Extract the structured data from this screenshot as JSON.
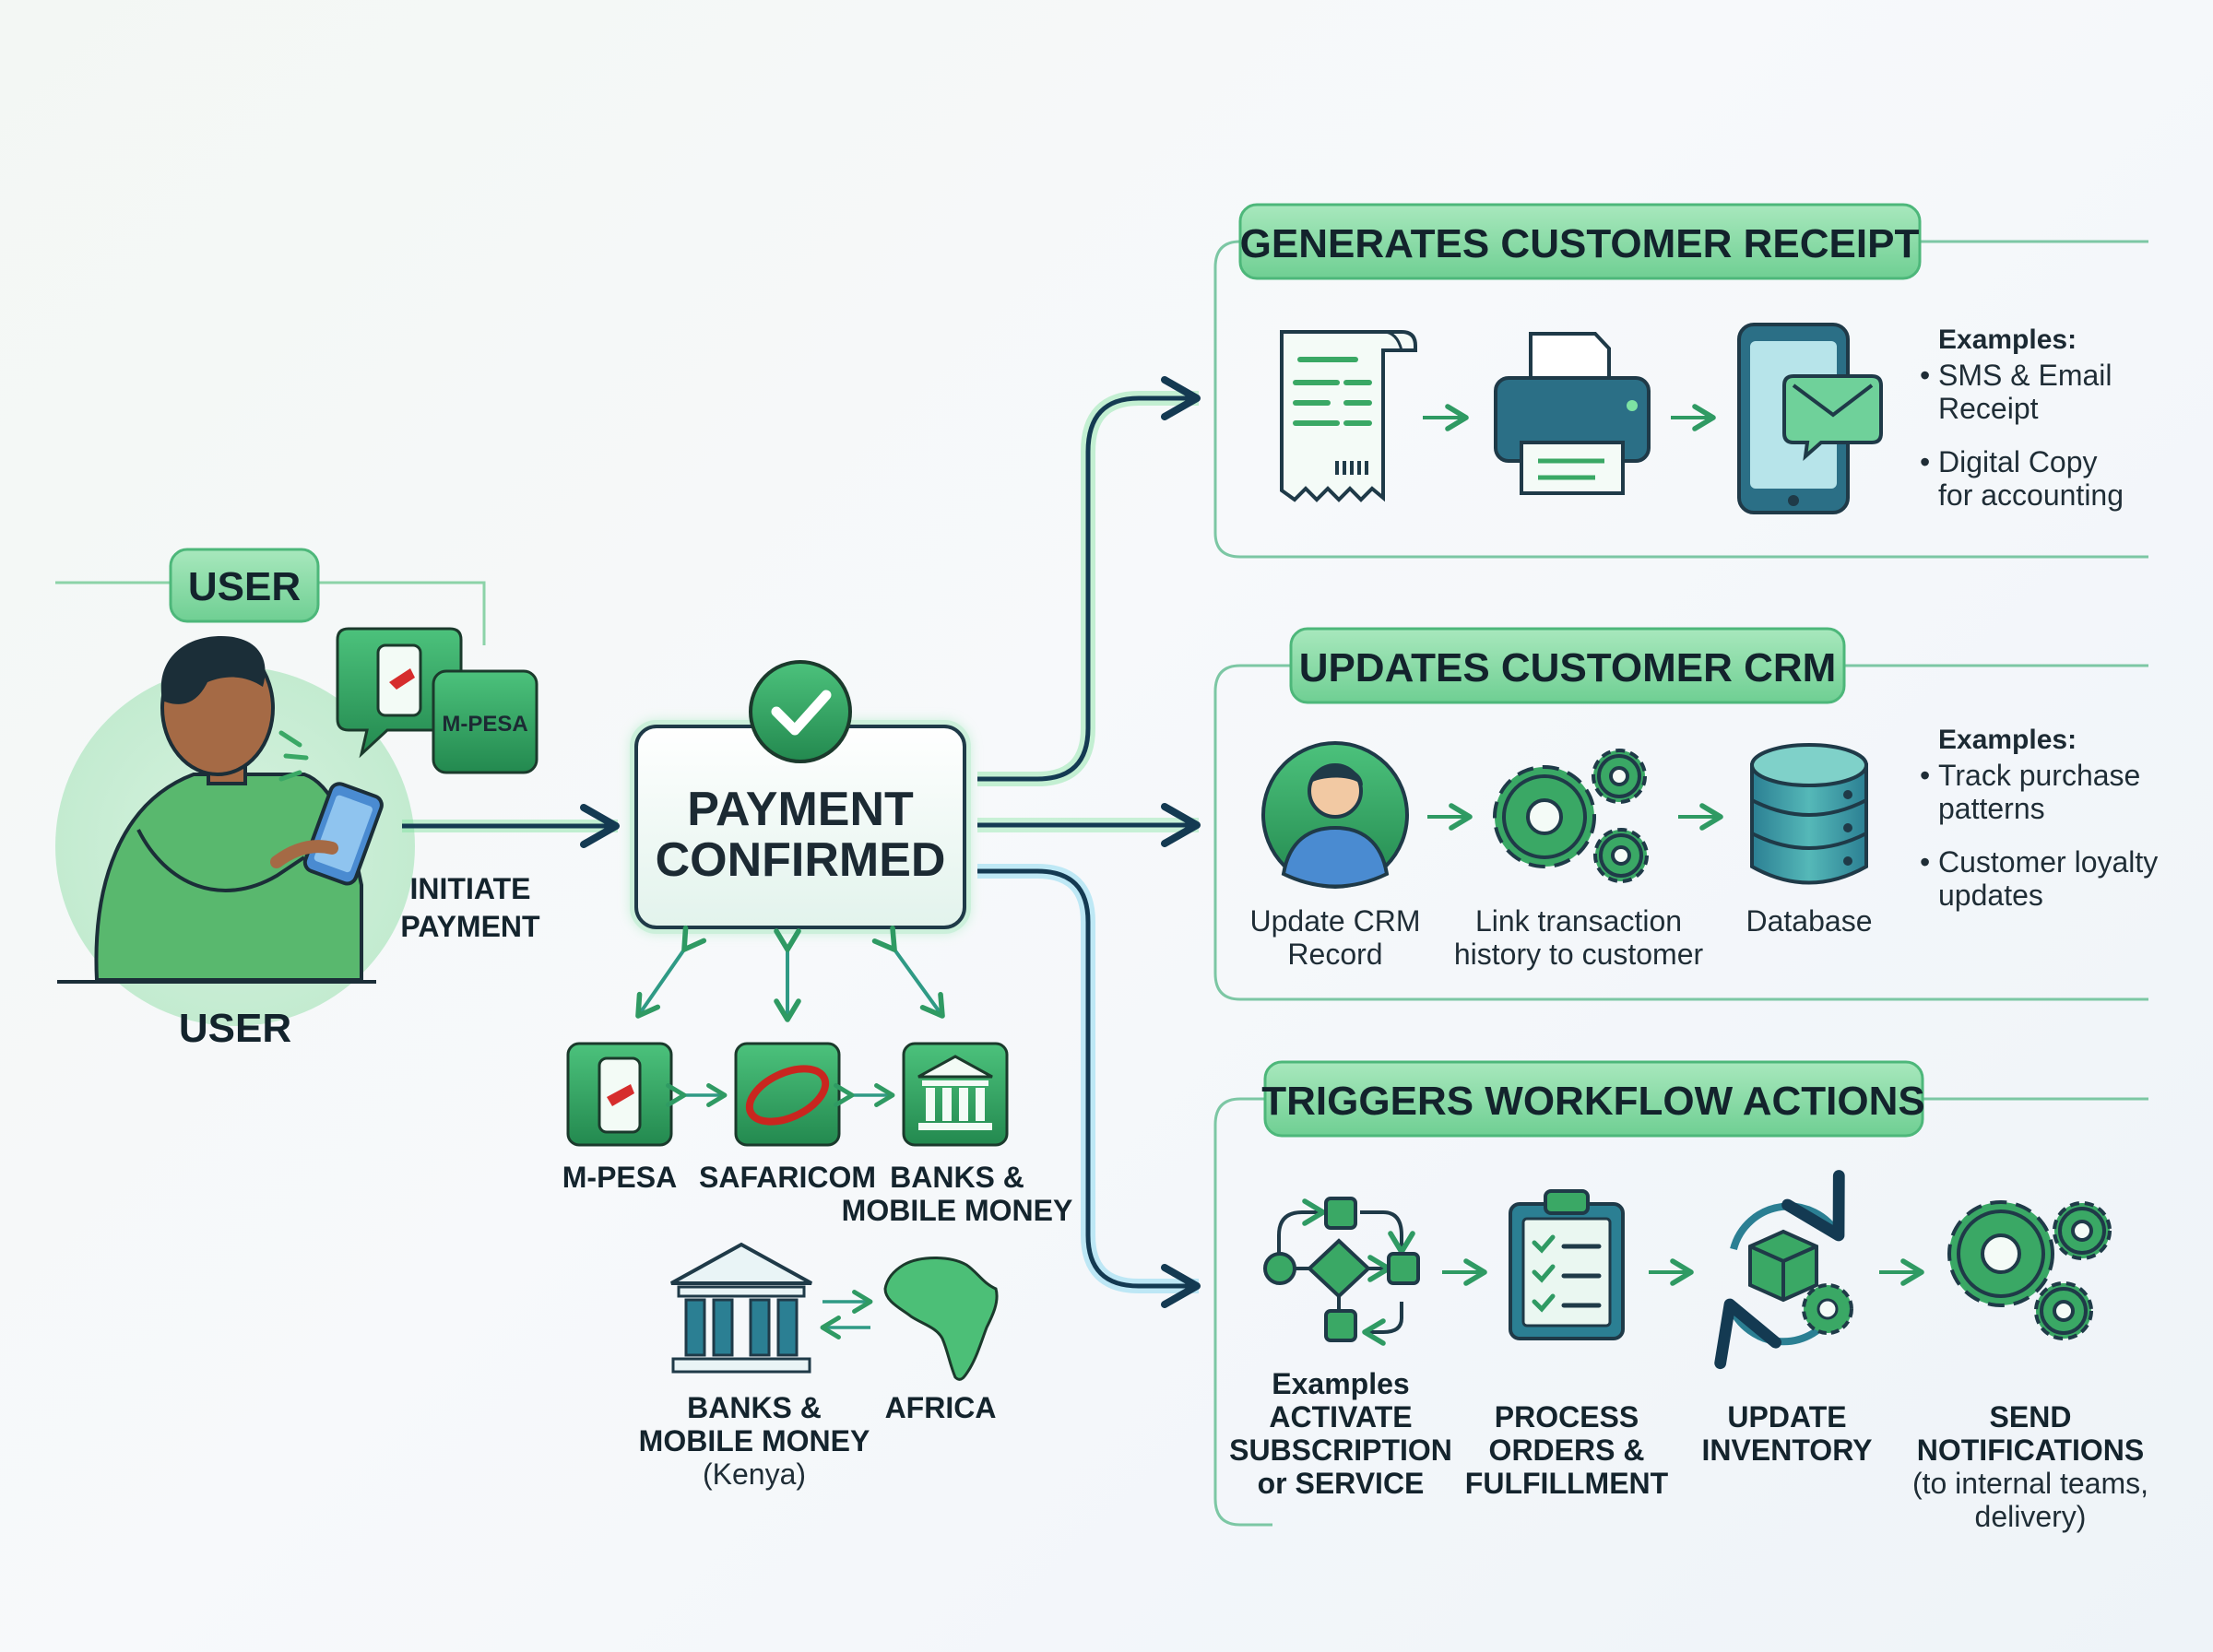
{
  "colors": {
    "accent_green": "#2e9e5e",
    "pill_fill": "#8fdca9",
    "panel_stroke": "#7cc7a4",
    "arrow_dark": "#143a52",
    "teal": "#2f8f8f"
  },
  "user": {
    "badge": "USER",
    "label": "USER",
    "action_line1": "INITIATE",
    "action_line2": "PAYMENT",
    "mpesa_logo_text": "M-PESA"
  },
  "center": {
    "line1": "PAYMENT",
    "line2": "CONFIRMED",
    "icon": "check-icon"
  },
  "providers": {
    "mpesa": "M-PESA",
    "safaricom": "SAFARICOM",
    "banks_line1": "BANKS &",
    "banks_line2": "MOBILE MONEY",
    "kenya_banks_line1": "BANKS &",
    "kenya_banks_line2": "MOBILE MONEY",
    "kenya_banks_line3": "(Kenya)",
    "africa": "AFRICA"
  },
  "receipt": {
    "title": "GENERATES CUSTOMER RECEIPT",
    "examples_title": "Examples:",
    "ex1_line1": "SMS & Email",
    "ex1_line2": "Receipt",
    "ex2_line1": "Digital Copy",
    "ex2_line2": "for accounting",
    "icons": [
      "receipt-icon",
      "printer-icon",
      "tablet-email-icon"
    ]
  },
  "crm": {
    "title": "UPDATES CUSTOMER CRM",
    "step1_line1": "Update CRM",
    "step1_line2": "Record",
    "step2_line1": "Link transaction",
    "step2_line2": "history to customer",
    "step3": "Database",
    "examples_title": "Examples:",
    "ex1_line1": "Track purchase",
    "ex1_line2": "patterns",
    "ex2_line1": "Customer loyalty",
    "ex2_line2": "updates"
  },
  "workflow": {
    "title": "TRIGGERS WORKFLOW ACTIONS",
    "step1_line1": "Examples",
    "step1_line2": "ACTIVATE",
    "step1_line3": "SUBSCRIPTION",
    "step1_line4": "or SERVICE",
    "step2_line1": "PROCESS",
    "step2_line2": "ORDERS &",
    "step2_line3": "FULFILLMENT",
    "step3_line1": "UPDATE",
    "step3_line2": "INVENTORY",
    "step4_line1": "SEND",
    "step4_line2": "NOTIFICATIONS",
    "step4_line3": "(to internal teams,",
    "step4_line4": "delivery)"
  }
}
